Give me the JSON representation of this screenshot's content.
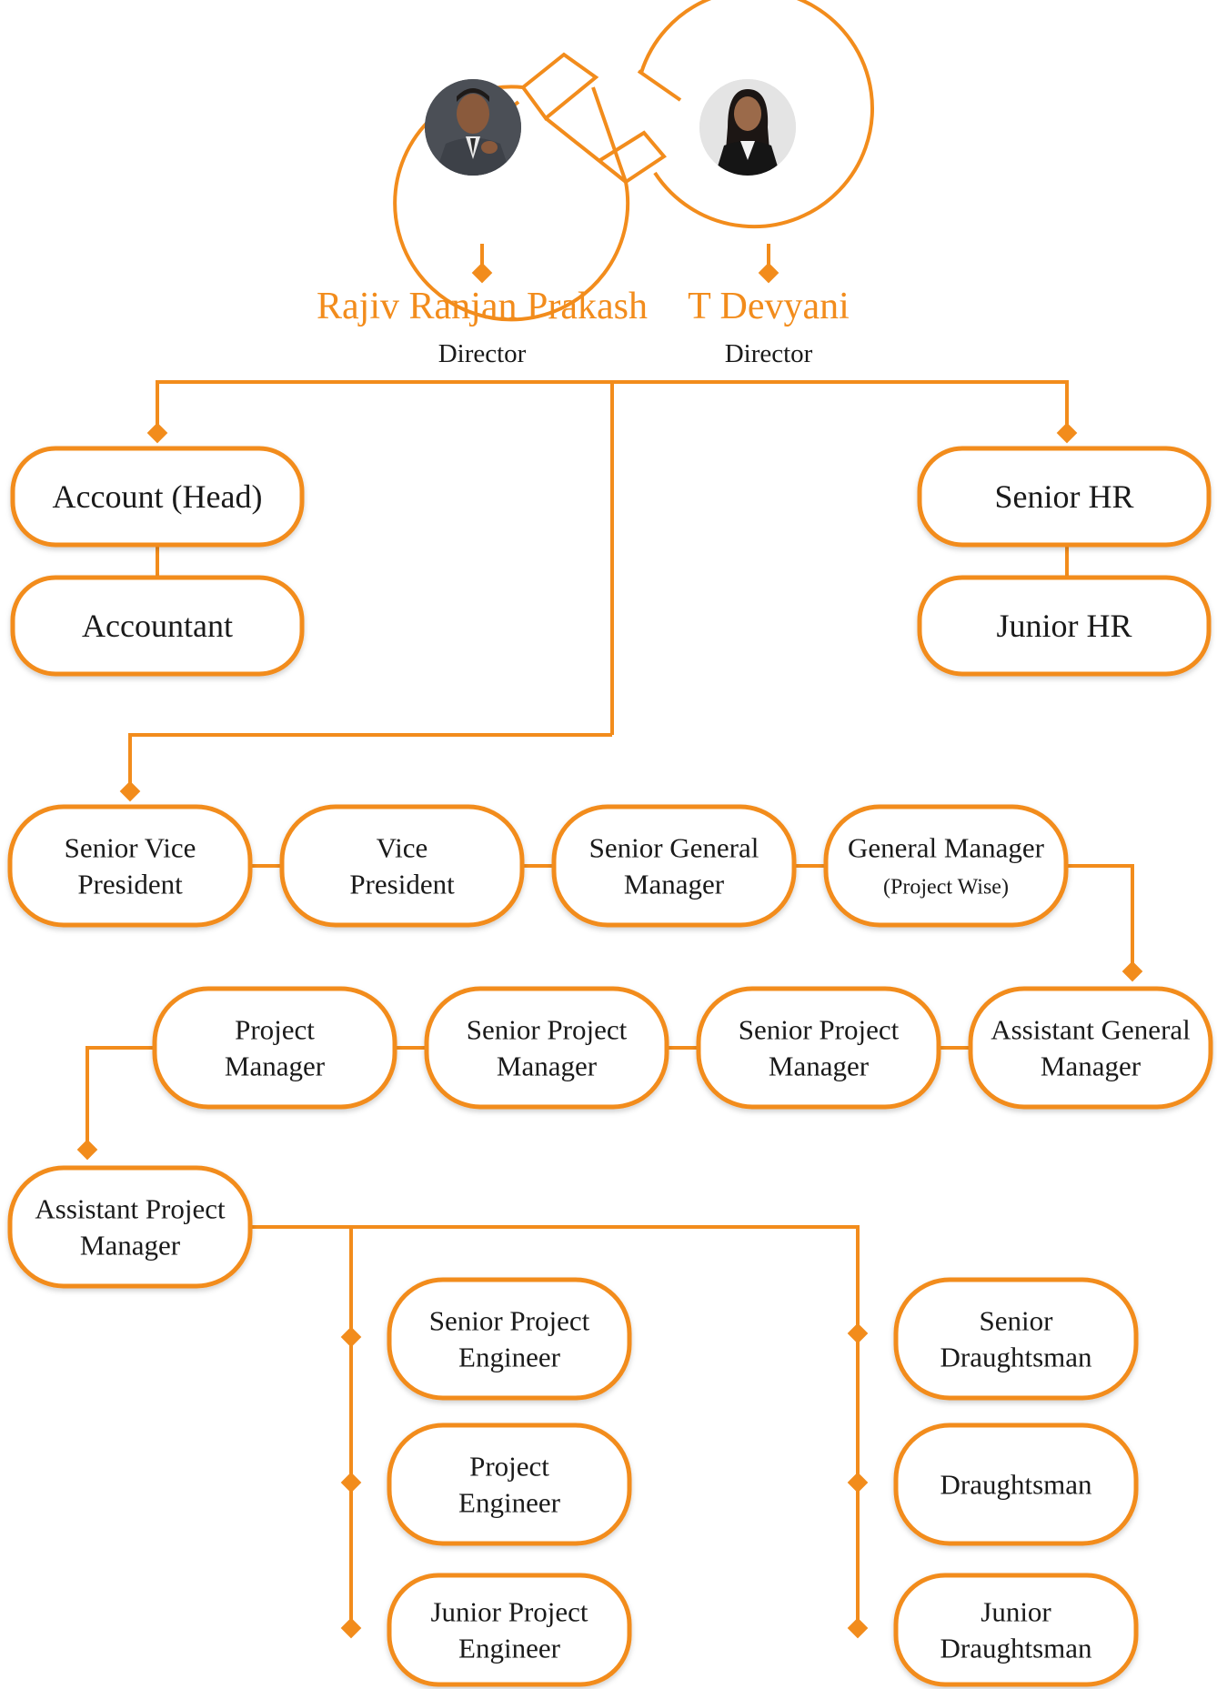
{
  "colors": {
    "accent": "#f28c1c",
    "text": "#1a1a1a",
    "background": "#ffffff"
  },
  "directors": [
    {
      "name": "Rajiv Ranjan Prakash",
      "role": "Director",
      "photo": "man-in-grey-suit-photo"
    },
    {
      "name": "T Devyani",
      "role": "Director",
      "photo": "woman-in-black-blazer-photo"
    }
  ],
  "nodes": {
    "account_head": [
      "Account (Head)"
    ],
    "accountant": [
      "Accountant"
    ],
    "senior_hr": [
      "Senior HR"
    ],
    "junior_hr": [
      "Junior HR"
    ],
    "senior_vice_president": [
      "Senior Vice",
      "President"
    ],
    "vice_president": [
      "Vice",
      "President"
    ],
    "senior_general_manager": [
      "Senior General",
      "Manager"
    ],
    "general_manager": [
      "General Manager",
      "(Project Wise)"
    ],
    "assistant_general_manager": [
      "Assistant General",
      "Manager"
    ],
    "senior_project_manager_2": [
      "Senior Project",
      "Manager"
    ],
    "senior_project_manager_1": [
      "Senior Project",
      "Manager"
    ],
    "project_manager": [
      "Project",
      "Manager"
    ],
    "assistant_project_manager": [
      "Assistant Project",
      "Manager"
    ],
    "senior_project_engineer": [
      "Senior Project",
      "Engineer"
    ],
    "project_engineer": [
      "Project",
      "Engineer"
    ],
    "junior_project_engineer": [
      "Junior Project",
      "Engineer"
    ],
    "senior_draughtsman": [
      "Senior",
      "Draughtsman"
    ],
    "draughtsman": [
      "Draughtsman"
    ],
    "junior_draughtsman": [
      "Junior",
      "Draughtsman"
    ]
  }
}
